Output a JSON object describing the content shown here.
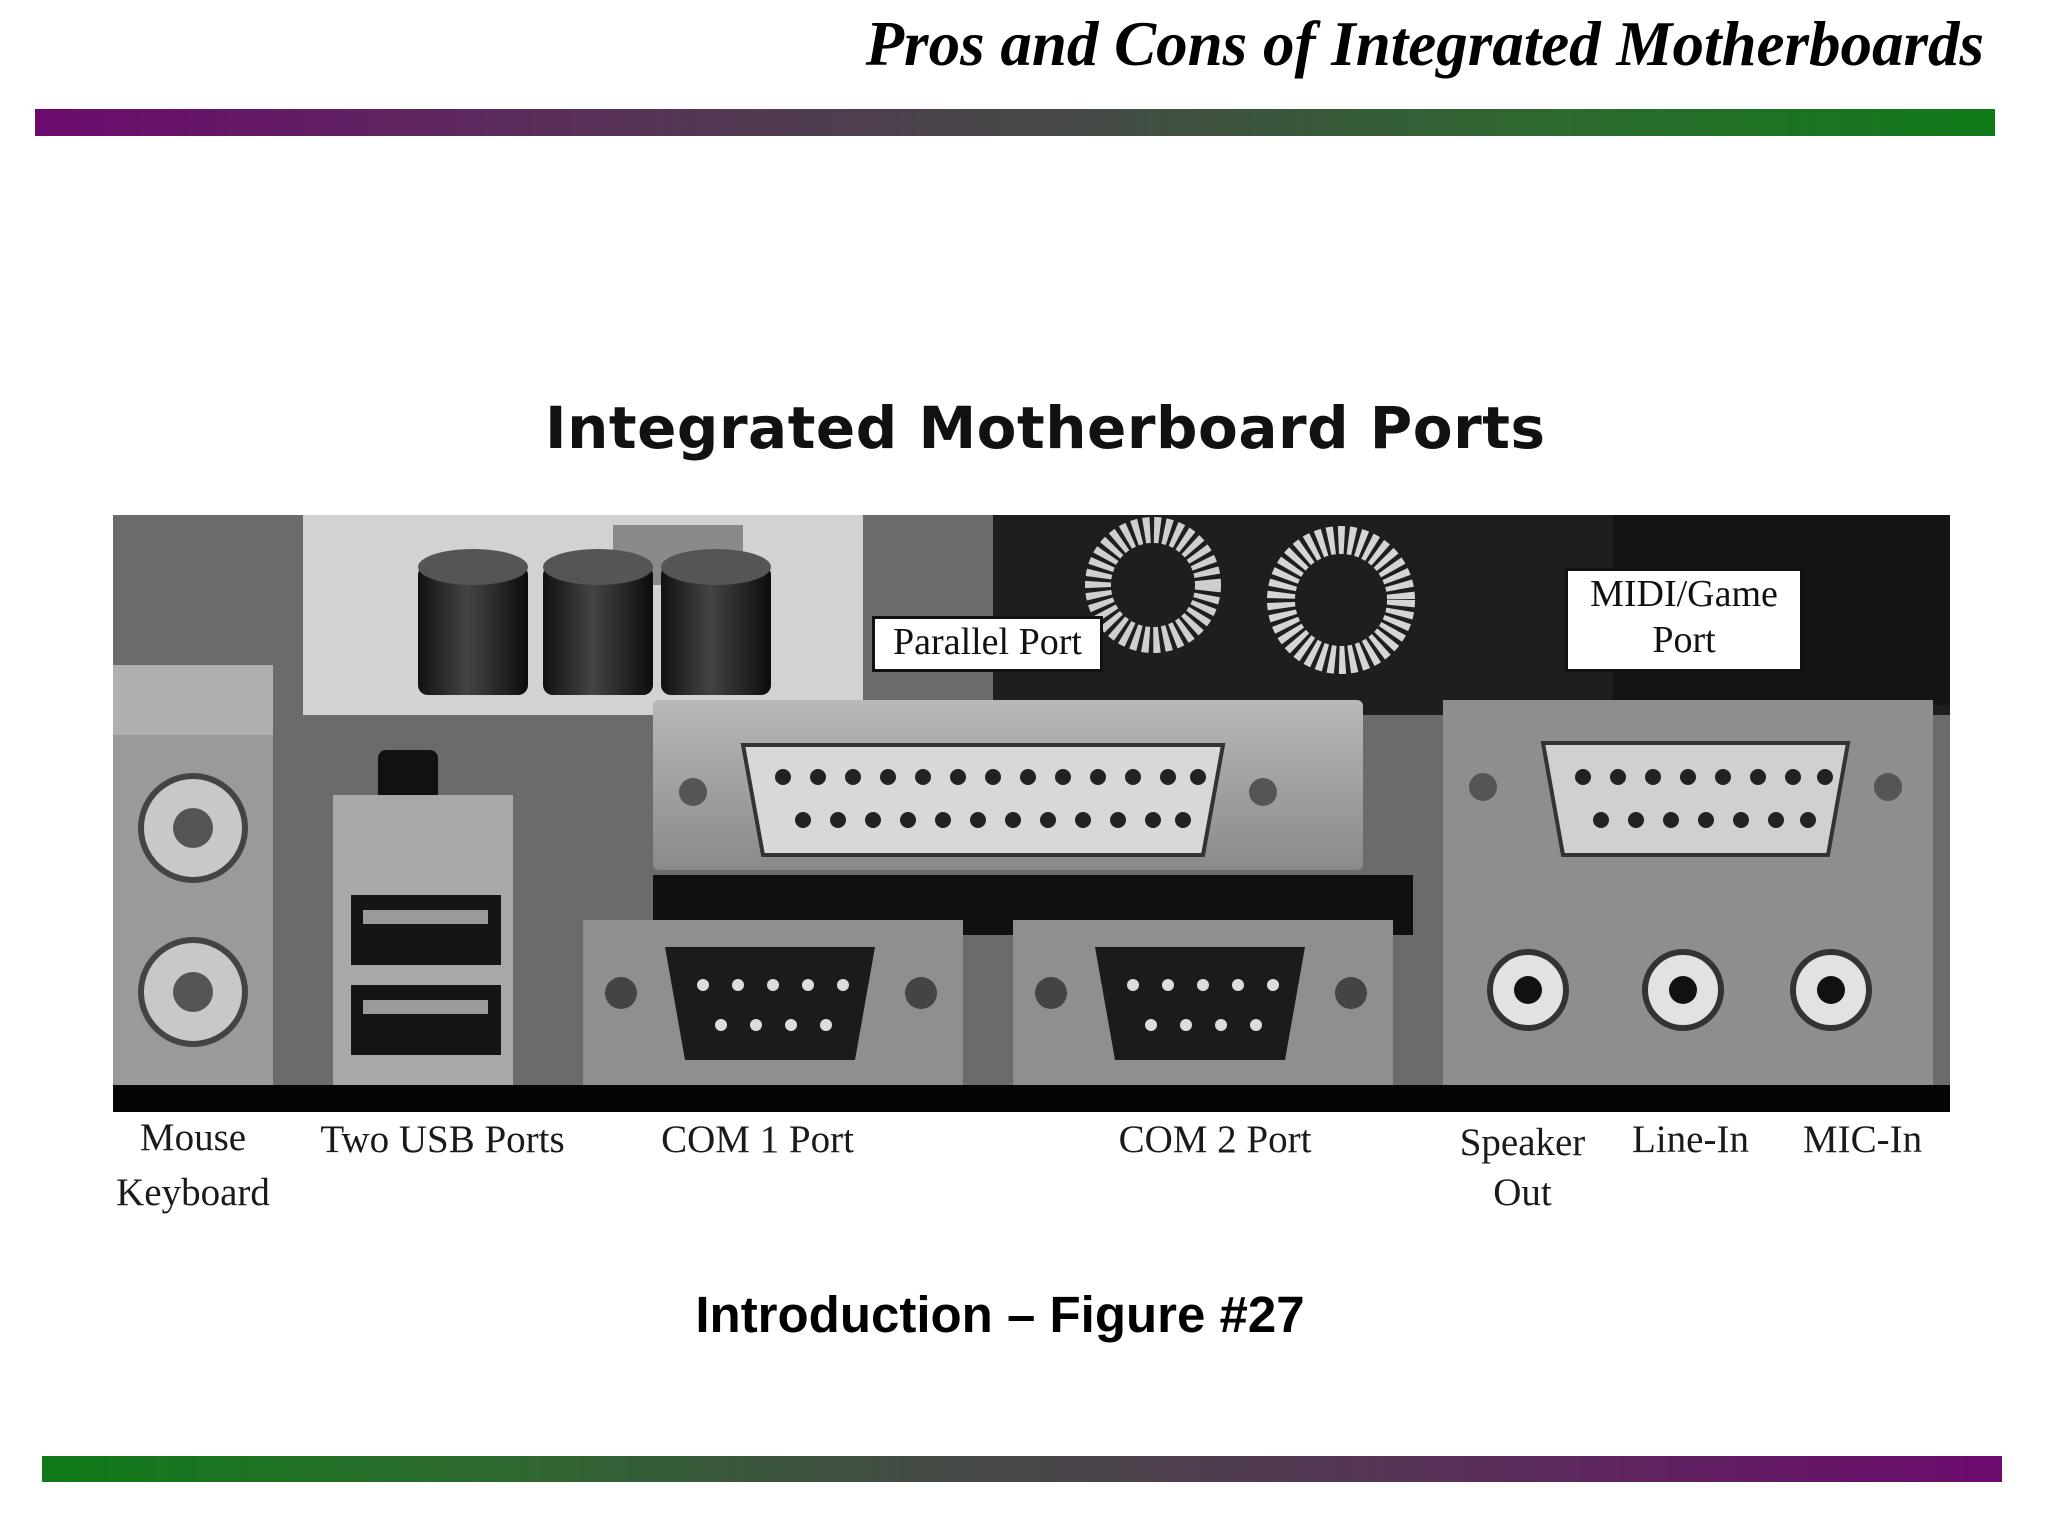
{
  "slide": {
    "title": "Pros and Cons of Integrated Motherboards",
    "figure_heading": "Integrated Motherboard Ports",
    "caption": "Introduction – Figure #27"
  },
  "callouts": {
    "parallel": "Parallel Port",
    "midi_line1": "MIDI/Game",
    "midi_line2": "Port"
  },
  "port_labels": {
    "mouse": "Mouse",
    "keyboard": "Keyboard",
    "usb": "Two USB Ports",
    "com1": "COM 1 Port",
    "com2": "COM 2 Port",
    "speaker_line1": "Speaker",
    "speaker_line2": "Out",
    "line_in": "Line-In",
    "mic_in": "MIC-In"
  },
  "colors": {
    "bar_purple": "#6c0a6e",
    "bar_green": "#0f7a18"
  }
}
